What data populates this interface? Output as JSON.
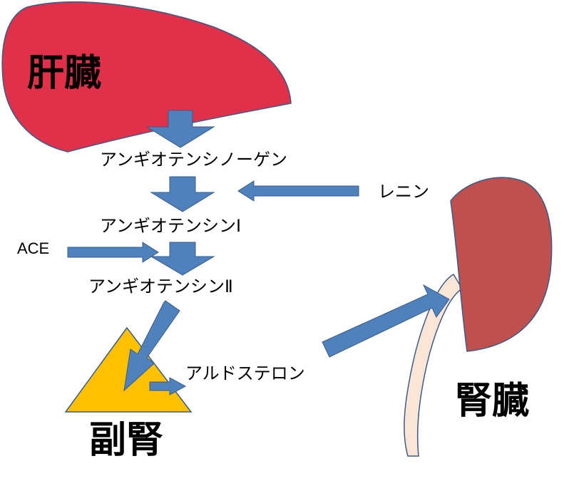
{
  "colors": {
    "liver": "#e0304a",
    "kidney": "#c0504d",
    "adrenal": "#ffc000",
    "ureter": "#fbe5d6",
    "arrow": "#4f81bd",
    "outline": "#385d8a"
  },
  "organs": {
    "liver": "肝臓",
    "adrenal": "副腎",
    "kidney": "腎臓"
  },
  "hormones": {
    "angiotensinogen": "アンギオテンシノーゲン",
    "angiotensin_1": "アンギオテンシンⅠ",
    "angiotensin_2": "アンギオテンシンⅡ",
    "aldosterone": "アルドステロン"
  },
  "enzymes": {
    "renin": "レニン",
    "ace": "ACE"
  }
}
